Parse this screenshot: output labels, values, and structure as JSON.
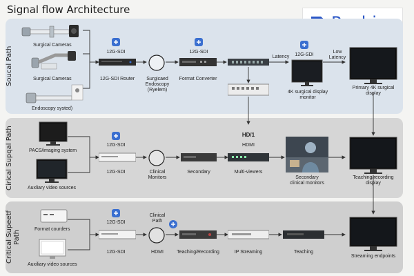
{
  "header": {
    "title": "Signal flow  Architecture",
    "brand_name": "Reshin"
  },
  "colors": {
    "band_top": "#dbe3ec",
    "band_mid": "#d6d6d6",
    "band_bottom": "#cfcfcf",
    "accent": "#2a56c6",
    "wire": "#333333"
  },
  "sections": [
    {
      "label": "Soucal Path"
    },
    {
      "label": "Cirical Supqal Path"
    },
    {
      "label": "Critical Supeetf Path"
    }
  ],
  "sources": {
    "surgical_cameras_1": "Surgical Cameras",
    "surgical_cameras_2": "Surgical Cameras",
    "endoscopy_system": "Endoscopy systed)",
    "pacs": "PACS/imaging system",
    "aux_video_1": "Auxliary video sources",
    "format_routers": "Format courders",
    "aux_video_2": "Auxiliary video sources"
  },
  "row1": {
    "sdi_top": "12G-SDI",
    "router": "12G-SDI Router",
    "endoscopy_line1": "Surgicaed",
    "endoscopy_line2": "Endoscopy",
    "endoscopy_line3": "(Ryelem)",
    "converter_sdi": "12G-SDI",
    "converter": "Format Converter",
    "latency": "Latency",
    "monitor_sdi": "12G-SDI",
    "monitor_line1": "4K surgical display",
    "monitor_line2": "monitor",
    "low_latency_1": "Low",
    "low_latency_2": "Latency",
    "primary_line1": "Primary 4K surgical",
    "primary_line2": "display"
  },
  "row2": {
    "sdi_top": "12G-SDI",
    "sdi_bottom": "12G-SDI",
    "clinical_1": "Clinical",
    "clinical_2": "Monitors",
    "secondary": "Secondary",
    "hdmi_logo": "HD/1",
    "hdmi": "HDMI",
    "multiviewers": "Multi-viewers",
    "sec_clin_1": "Secondary",
    "sec_clin_2": "clinical monitors",
    "teaching_1": "Teaching/recording",
    "teaching_2": "display"
  },
  "row3": {
    "sdi_top": "12G-SDI",
    "clinical_path_1": "Clinical",
    "clinical_path_2": "Path",
    "sdi_bottom": "12G-SDI",
    "hdmi": "HDMI",
    "teaching_recording": "Teaching/Recording",
    "ip_streaming": "IP Streaming",
    "teaching": "Teaching",
    "streaming_endpoints": "Streaming endpoints"
  },
  "icons": [
    "camera-arm-icon",
    "router-icon",
    "ring-icon",
    "converter-icon",
    "monitor-icon",
    "tv-icon",
    "network-icon",
    "photo-icon"
  ]
}
